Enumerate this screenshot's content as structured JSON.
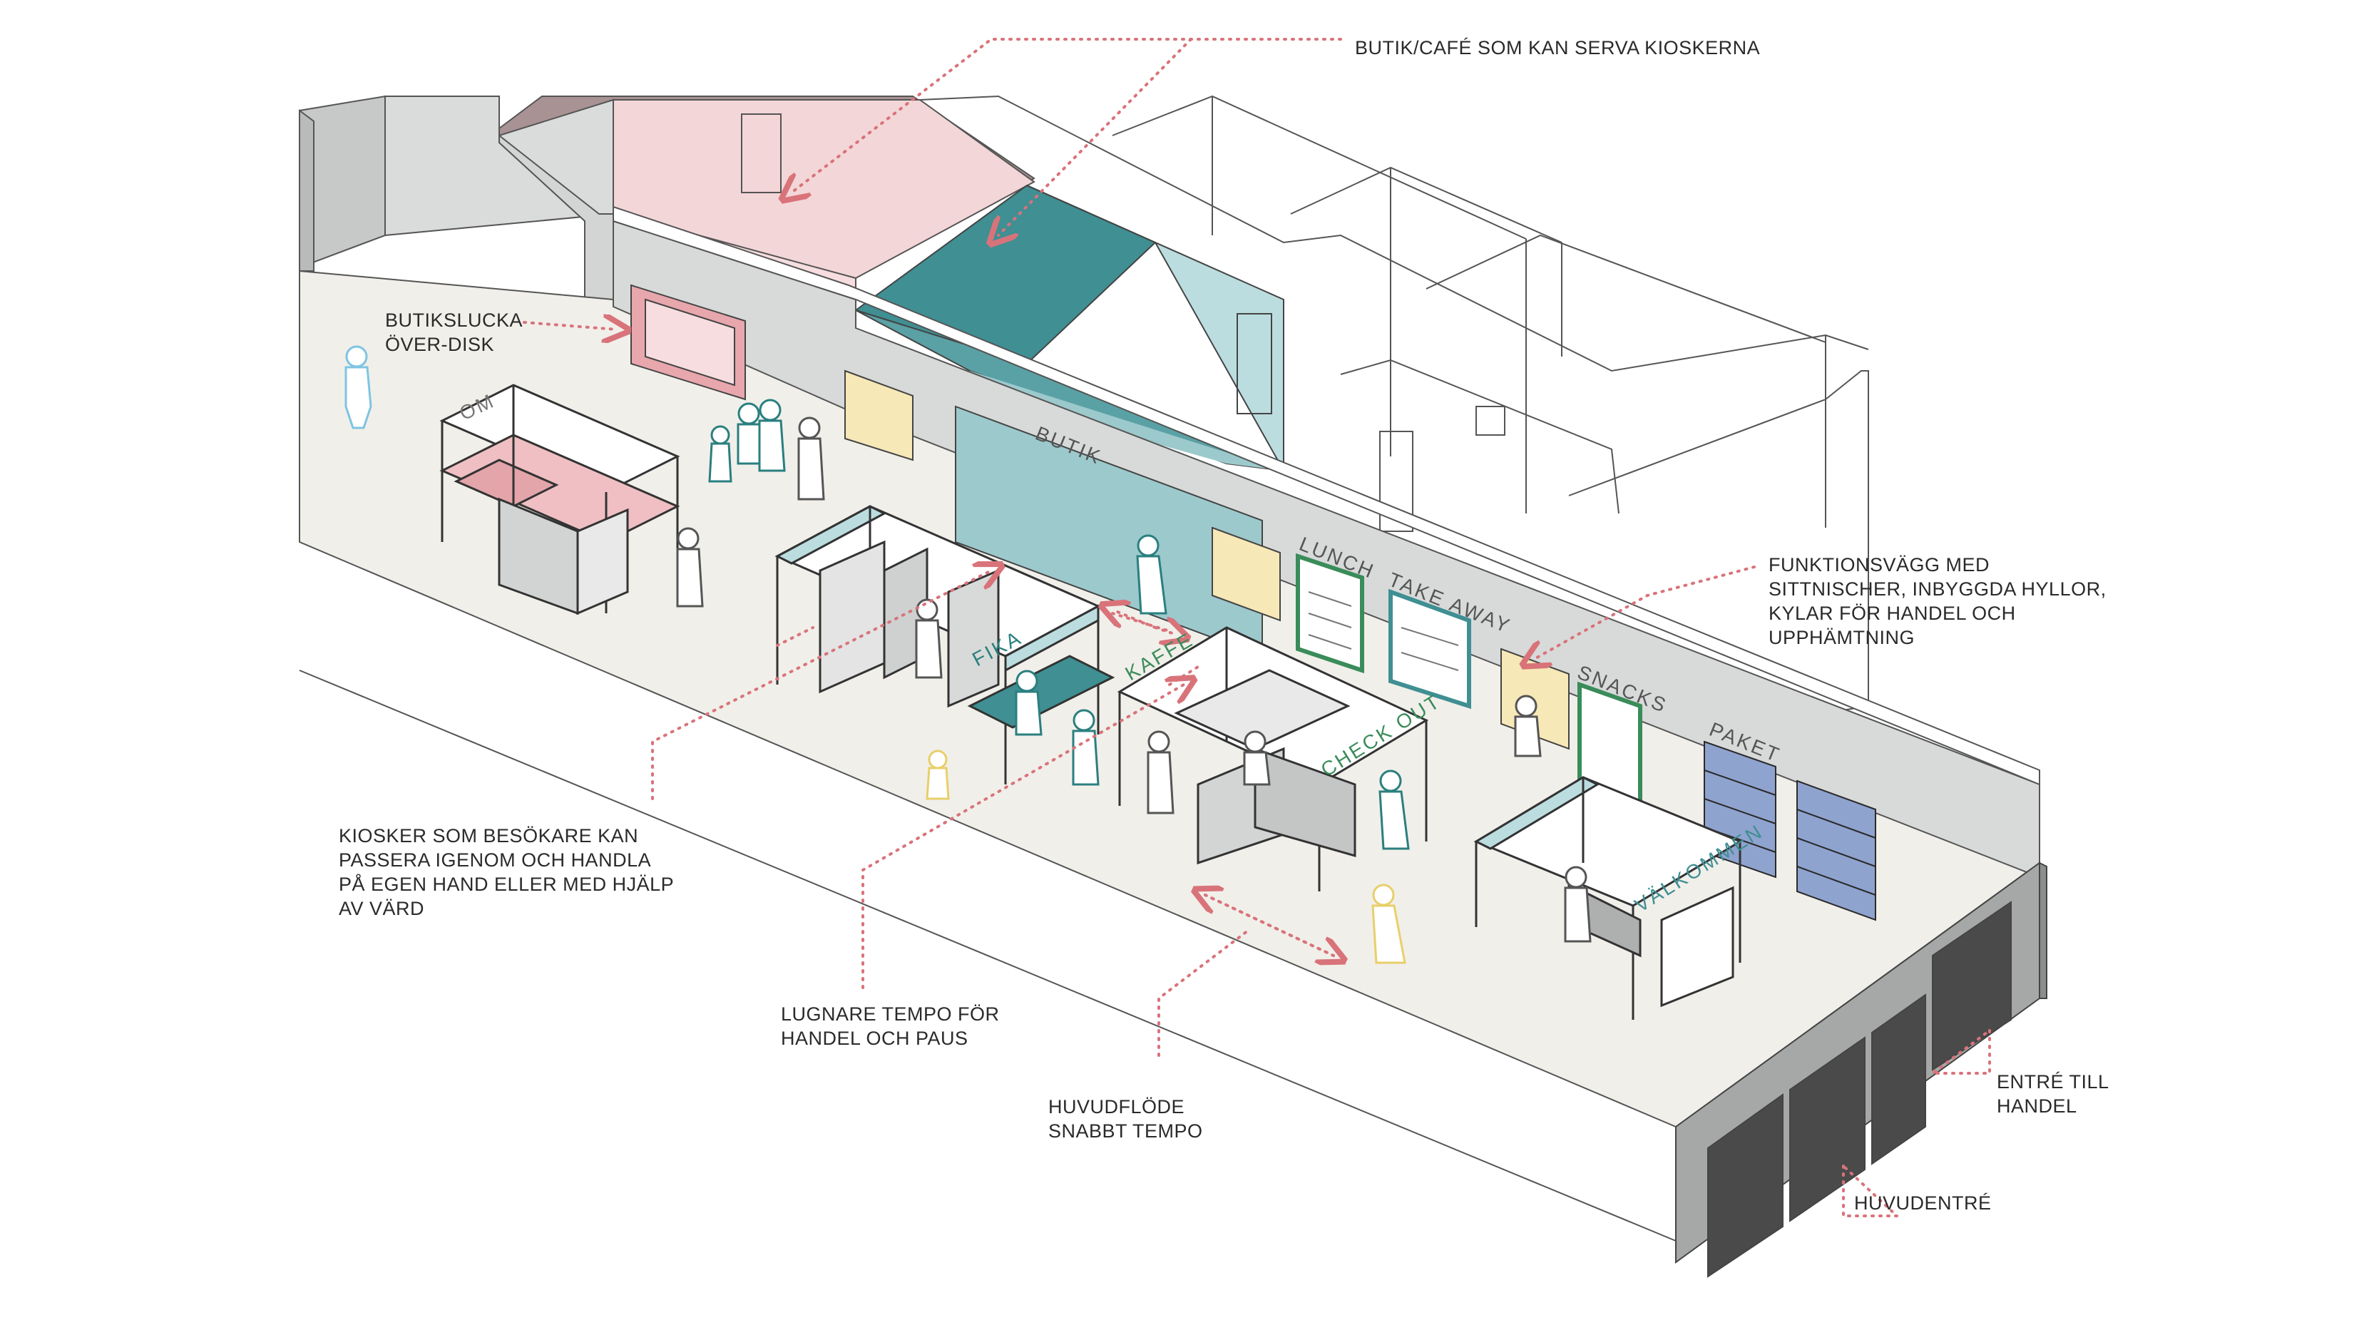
{
  "annotations": {
    "butik_cafe": "BUTIK/CAFÉ SOM KAN SERVA KIOSKERNA",
    "butikslucka": [
      "BUTIKSLUCKA",
      "ÖVER-DISK"
    ],
    "funktionsvagg": [
      "FUNKTIONSVÄGG MED",
      "SITTNISCHER, INBYGGDA HYLLOR,",
      "KYLAR FÖR HANDEL OCH",
      "UPPHÄMTNING"
    ],
    "kiosker": [
      "KIOSKER SOM BESÖKARE KAN",
      "PASSERA IGENOM OCH HANDLA",
      "PÅ EGEN HAND ELLER MED HJÄLP",
      "AV VÄRD"
    ],
    "lugnare": [
      "LUGNARE TEMPO FÖR",
      "HANDEL OCH PAUS"
    ],
    "huvudflode": [
      "HUVUDFLÖDE",
      "SNABBT TEMPO"
    ],
    "entre_handel": [
      "ENTRÉ TILL",
      "HANDEL"
    ],
    "huvudentre": "HUVUDENTRÉ"
  },
  "signs": {
    "butik": "BUTIK",
    "lunch": "LUNCH",
    "take_away": "TAKE AWAY",
    "snacks": "SNACKS",
    "paket": "PAKET",
    "fika": "FIKA",
    "kaffe": "KAFFE",
    "check_out": "CHECK OUT",
    "valkommen": "VÄLKOMMEN",
    "om": "OM"
  },
  "colors": {
    "annotation_dots": "#d9737a",
    "teal": "#3f8f93",
    "light_teal": "#bcdde0",
    "pink": "#f3d6d8",
    "mauve": "#a89294",
    "yellow": "#f7e8b7",
    "green": "#3a8c5a",
    "blue": "#8fa3cf",
    "floor": "#f1efea",
    "wall": "#d8dad9"
  }
}
